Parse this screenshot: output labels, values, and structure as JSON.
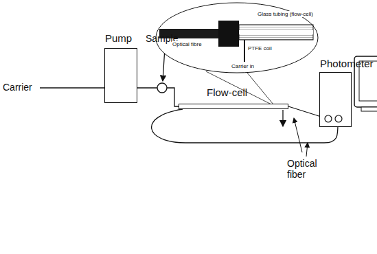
{
  "diagram": {
    "nodes": [
      {
        "text": [
          "Pump"
        ]
      },
      {
        "text": [
          "Flow-cell"
        ]
      },
      {
        "text": [
          "Photometer"
        ]
      }
    ],
    "edges": [
      {
        "from": 0,
        "to": 1,
        "arrow": "none"
      },
      {
        "from": 1,
        "to": 2,
        "arrow": "none"
      },
      {
        "from": 1,
        "to": 2,
        "arrow": "none"
      }
    ],
    "labels": [
      "Carrier",
      "Sample",
      "Optical fiber",
      "Glass tubing (flow-cell)",
      "Optical fibre",
      "PTFE coil",
      "Carrier in"
    ]
  }
}
